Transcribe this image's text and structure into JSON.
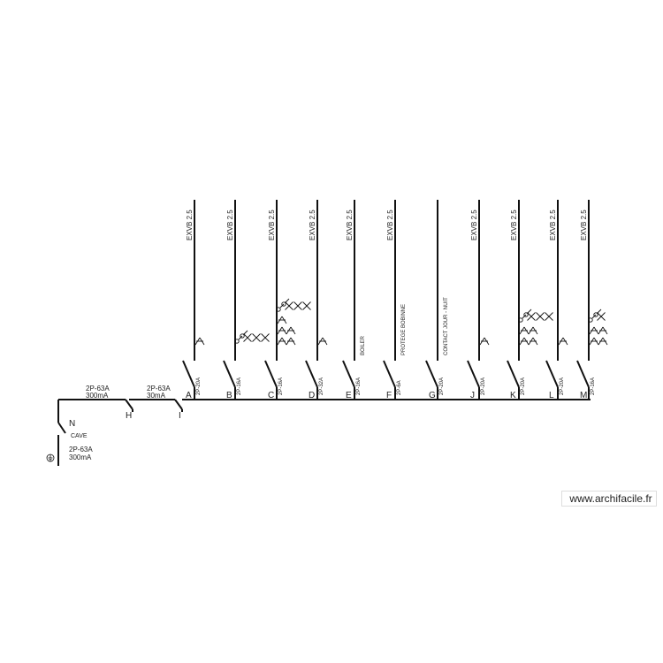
{
  "watermark": "www.archifacile.fr",
  "main_supply": {
    "neutral_label": "N",
    "location": "CAVE",
    "breaker_rating": "2P-63A",
    "breaker_sensitivity": "300mA",
    "earth_icon": "earth-ground-icon"
  },
  "differentials": [
    {
      "letter": "H",
      "rating": "2P-63A",
      "sensitivity": "300mA"
    },
    {
      "letter": "I",
      "rating": "2P-63A",
      "sensitivity": "30mA"
    }
  ],
  "circuits": [
    {
      "letter": "A",
      "breaker": "2P-20A",
      "cable": "EXVB 2.5",
      "label": "",
      "icons": [
        "socket-icon"
      ]
    },
    {
      "letter": "B",
      "breaker": "2P-16A",
      "cable": "EXVB 2.5",
      "label": "",
      "icons": [
        "switch-icon",
        "switch-icon",
        "lamp-icon",
        "lamp-icon",
        "lamp-icon"
      ]
    },
    {
      "letter": "C",
      "breaker": "2P-16A",
      "cable": "EXVB 2.5",
      "label": "",
      "icons": [
        "socket-icon",
        "socket-icon",
        "socket-icon",
        "socket-icon",
        "socket-icon",
        "switch-icon",
        "switch-icon",
        "lamp-icon",
        "lamp-icon",
        "lamp-icon"
      ]
    },
    {
      "letter": "D",
      "breaker": "2P-32A",
      "cable": "EXVB 2.5",
      "label": "",
      "icons": [
        "socket-icon"
      ]
    },
    {
      "letter": "E",
      "breaker": "2P-16A",
      "cable": "EXVB 2.5",
      "label": "BOILER",
      "icons": []
    },
    {
      "letter": "F",
      "breaker": "2P-6A",
      "cable": "EXVB 2.5",
      "label": "PROTEGE BOBINNE",
      "icons": []
    },
    {
      "letter": "G",
      "breaker": "2P-20A",
      "cable": "",
      "label": "CONTACT JOUR - NUIT",
      "icons": []
    },
    {
      "letter": "J",
      "breaker": "2P-20A",
      "cable": "EXVB 2.5",
      "label": "",
      "icons": [
        "socket-icon"
      ]
    },
    {
      "letter": "K",
      "breaker": "2P-20A",
      "cable": "EXVB 2.5",
      "label": "",
      "icons": [
        "socket-icon",
        "socket-icon",
        "socket-icon",
        "socket-icon",
        "switch-icon",
        "switch-icon",
        "lamp-icon",
        "lamp-icon",
        "lamp-icon"
      ]
    },
    {
      "letter": "L",
      "breaker": "2P-20A",
      "cable": "EXVB 2.5",
      "label": "",
      "icons": [
        "socket-icon"
      ]
    },
    {
      "letter": "M",
      "breaker": "2P-16A",
      "cable": "EXVB 2.5",
      "label": "",
      "icons": [
        "socket-icon",
        "socket-icon",
        "socket-icon",
        "socket-icon",
        "switch-icon",
        "switch-icon",
        "lamp-icon"
      ]
    }
  ]
}
